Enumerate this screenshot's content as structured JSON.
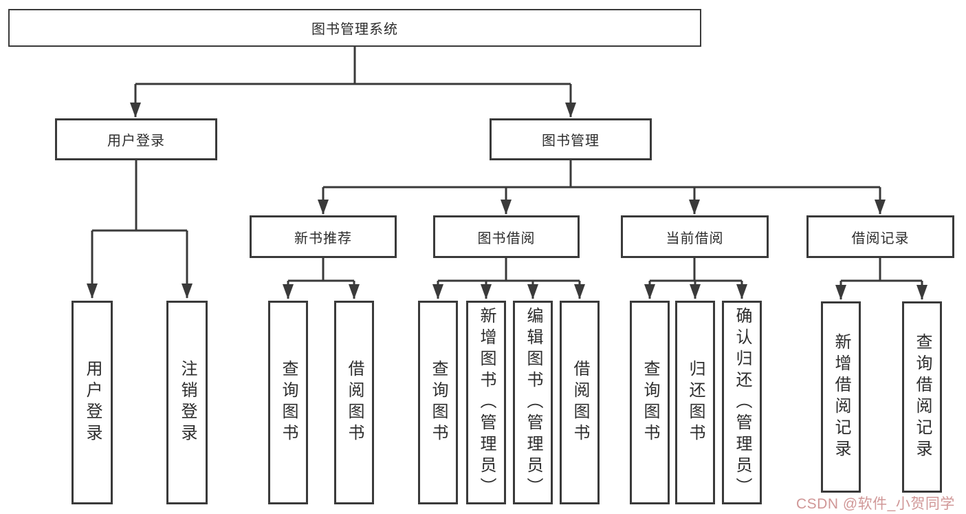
{
  "diagram": {
    "title": "图书管理系统",
    "branches": [
      {
        "label": "用户登录",
        "children": [
          {
            "label": "用户登录"
          },
          {
            "label": "注销登录"
          }
        ]
      },
      {
        "label": "图书管理",
        "children": [
          {
            "label": "新书推荐",
            "children": [
              {
                "label": "查询图书"
              },
              {
                "label": "借阅图书"
              }
            ]
          },
          {
            "label": "图书借阅",
            "children": [
              {
                "label": "查询图书"
              },
              {
                "label": "新增图书（管理员）"
              },
              {
                "label": "编辑图书（管理员）"
              },
              {
                "label": "借阅图书"
              }
            ]
          },
          {
            "label": "当前借阅",
            "children": [
              {
                "label": "查询图书"
              },
              {
                "label": "归还图书"
              },
              {
                "label": "确认归还（管理员）"
              }
            ]
          },
          {
            "label": "借阅记录",
            "children": [
              {
                "label": "新增借阅记录"
              },
              {
                "label": "查询借阅记录"
              }
            ]
          }
        ]
      }
    ]
  },
  "watermark": {
    "text": "CSDN @软件_小贺同学"
  },
  "colors": {
    "line": "#3a3a3a",
    "text": "#2d2d2d",
    "background": "#ffffff",
    "watermark_pink": "#cb8c8c"
  }
}
